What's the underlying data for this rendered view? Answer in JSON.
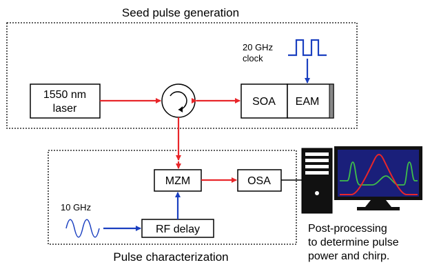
{
  "sections": {
    "seed_title": "Seed pulse generation",
    "char_title": "Pulse characterization"
  },
  "components": {
    "laser_line1": "1550 nm",
    "laser_line2": "laser",
    "soa": "SOA",
    "eam": "EAM",
    "mzm": "MZM",
    "osa": "OSA",
    "rf_delay": "RF delay"
  },
  "signals": {
    "clock_line1": "20 GHz",
    "clock_line2": "clock",
    "rf_source": "10 GHz"
  },
  "processing": {
    "line1": "Post-processing",
    "line2": "to determine pulse",
    "line3": "power and chirp."
  },
  "colors": {
    "optical_path": "#e8262a",
    "electrical_path": "#1a3fc0",
    "screen_bg": "#1a1f7a",
    "trace_red": "#e8262a",
    "trace_green": "#3fbf4a"
  }
}
